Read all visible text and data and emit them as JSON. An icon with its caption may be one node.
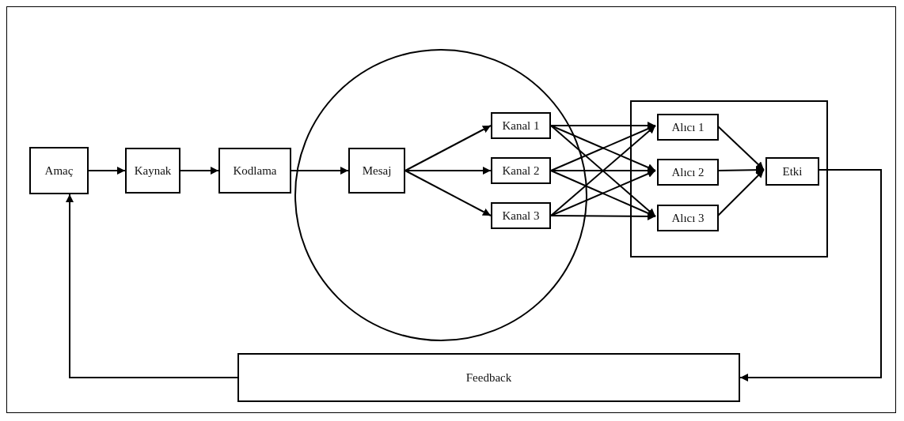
{
  "diagram": {
    "nodes": [
      {
        "text": [
          "Amaç"
        ]
      },
      {
        "text": [
          "Kaynak"
        ]
      },
      {
        "text": [
          "Kodlama"
        ]
      },
      {
        "text": [],
        "shape": "circle"
      },
      {
        "text": [
          "Mesaj"
        ],
        "in": 3
      },
      {
        "text": [
          "Kanal 1"
        ],
        "in": 3
      },
      {
        "text": [
          "Kanal 2"
        ],
        "in": 3
      },
      {
        "text": [
          "Kanal 3"
        ],
        "in": 3
      },
      {
        "text": [],
        "shape": "box"
      },
      {
        "text": [
          "Alıcı 1"
        ],
        "in": 8
      },
      {
        "text": [
          "Alıcı 2"
        ],
        "in": 8
      },
      {
        "text": [
          "Alıcı 3"
        ],
        "in": 8
      },
      {
        "text": [
          "Etki"
        ],
        "in": 8
      },
      {
        "text": [
          "Feedback"
        ]
      }
    ],
    "edges": [
      {
        "from": 0,
        "to": 1,
        "arrow": "to"
      },
      {
        "from": 1,
        "to": 2,
        "arrow": "to"
      },
      {
        "from": 2,
        "to": 4,
        "arrow": "to"
      },
      {
        "from": 4,
        "to": 5,
        "arrow": "to"
      },
      {
        "from": 4,
        "to": 6,
        "arrow": "to"
      },
      {
        "from": 4,
        "to": 7,
        "arrow": "to"
      },
      {
        "from": 5,
        "to": 9,
        "arrow": "to"
      },
      {
        "from": 5,
        "to": 10,
        "arrow": "to"
      },
      {
        "from": 5,
        "to": 11,
        "arrow": "to"
      },
      {
        "from": 6,
        "to": 9,
        "arrow": "to"
      },
      {
        "from": 6,
        "to": 10,
        "arrow": "to"
      },
      {
        "from": 6,
        "to": 11,
        "arrow": "to"
      },
      {
        "from": 7,
        "to": 9,
        "arrow": "to"
      },
      {
        "from": 7,
        "to": 10,
        "arrow": "to"
      },
      {
        "from": 7,
        "to": 11,
        "arrow": "to"
      },
      {
        "from": 9,
        "to": 12,
        "arrow": "to"
      },
      {
        "from": 10,
        "to": 12,
        "arrow": "to"
      },
      {
        "from": 11,
        "to": 12,
        "arrow": "to"
      },
      {
        "from": 12,
        "to": 13,
        "arrow": "to"
      },
      {
        "from": 13,
        "to": 0,
        "arrow": "to"
      }
    ]
  }
}
